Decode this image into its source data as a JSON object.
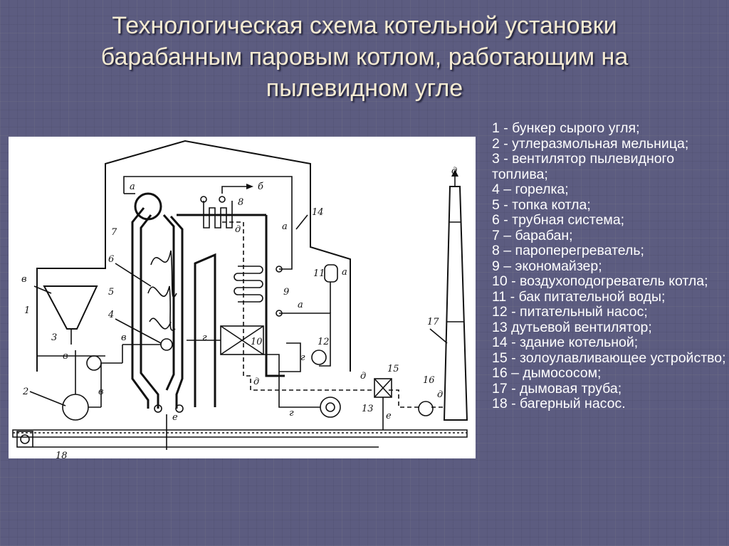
{
  "title": {
    "line1": "Технологическая схема котельной установки",
    "line2": "барабанным паровым котлом, работающим на",
    "line3": "пылевидном угле"
  },
  "legend": [
    "1 - бункер сырого угля;",
    "2 - утлеразмольная мельница;",
    "3 - вентилятор пылевидного топлива;",
    "4 – горелка;",
    "5 - топка котла;",
    "6 - трубная система;",
    "7 – барабан;",
    "8 – пароперегреватель;",
    "9 – экономайзер;",
    "10 - воздухоподогреватель котла;",
    "11 - бак питательной воды;",
    "12 - питательный насос;",
    "13 дутьевой вентилятор;",
    "14 - здание котельной;",
    "15 - золоулавливающее устройство;",
    "16 – дымососом;",
    "17 - дымовая труба;",
    "18 - багерный насос."
  ],
  "diagram": {
    "numbers": [
      "1",
      "2",
      "3",
      "4",
      "5",
      "6",
      "7",
      "8",
      "9",
      "10",
      "11",
      "12",
      "13",
      "14",
      "15",
      "16",
      "17",
      "18"
    ],
    "flow_letters": [
      "а",
      "б",
      "в",
      "г",
      "д",
      "е"
    ]
  },
  "colors": {
    "background": "#5c5c80",
    "title_text": "#f4ead2",
    "legend_text": "#ffffff",
    "diagram_bg": "#ffffff",
    "ink": "#111111"
  }
}
